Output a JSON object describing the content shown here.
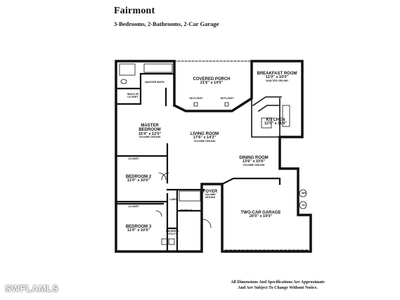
{
  "header": {
    "title": "Fairmont",
    "subtitle": "3-Bedrooms, 2-Bathrooms, 2-Car Garage"
  },
  "rooms": {
    "covered_porch": {
      "name": "COVERED PORCH",
      "dims": "21'6\" x 14'0\""
    },
    "breakfast_room": {
      "name": "BREAKFAST ROOM",
      "dims": "11'0\" x 10'0\"",
      "note": "VAULTED CEILING"
    },
    "master_bath": {
      "name": "MASTER BATH"
    },
    "walk_in_closet": {
      "name": "WALK-IN CLOSET"
    },
    "kitchen": {
      "name": "KITCHEN",
      "dims": "12'0\" x 11'0\""
    },
    "master_bedroom": {
      "name": "MASTER BEDROOM",
      "dims": "16'4\" x 12'0\"",
      "note": "VOLUME CEILING"
    },
    "living_room": {
      "name": "LIVING ROOM",
      "dims": "17'6\" x 14'2\"",
      "note": "VOLUME CEILING"
    },
    "dining_room": {
      "name": "DINING ROOM",
      "dims": "13'6\" x 10'6\"",
      "note": "VOLUME CEILING"
    },
    "bedroom_2": {
      "name": "BEDROOM 2",
      "dims": "11'0\" x 10'0\""
    },
    "foyer": {
      "name": "FOYER",
      "note": "VOLUME CEILING"
    },
    "two_car_garage": {
      "name": "TWO-CAR GARAGE",
      "dims": "20'0\" x 19'0\""
    },
    "bath_2": {
      "name": "BATH 2"
    },
    "bedroom_3": {
      "name": "BEDROOM 3",
      "dims": "11'0\" x 10'0\""
    },
    "laundry": {
      "name": "LAUNDRY UTILITY"
    }
  },
  "small_labels": {
    "closet_1": "CLOSET",
    "closet_2": "CLOSET",
    "linen": "LINEN",
    "ac": "AC",
    "wh": "WH",
    "porch_left": "SKYLIGHT",
    "porch_right": "SKYLIGHT"
  },
  "disclaimer": {
    "line1": "All Dimensions And Specifications Are Approximate",
    "line2": "And Are Subject To Change Without Notice."
  },
  "watermark": "SWFLAMLS"
}
